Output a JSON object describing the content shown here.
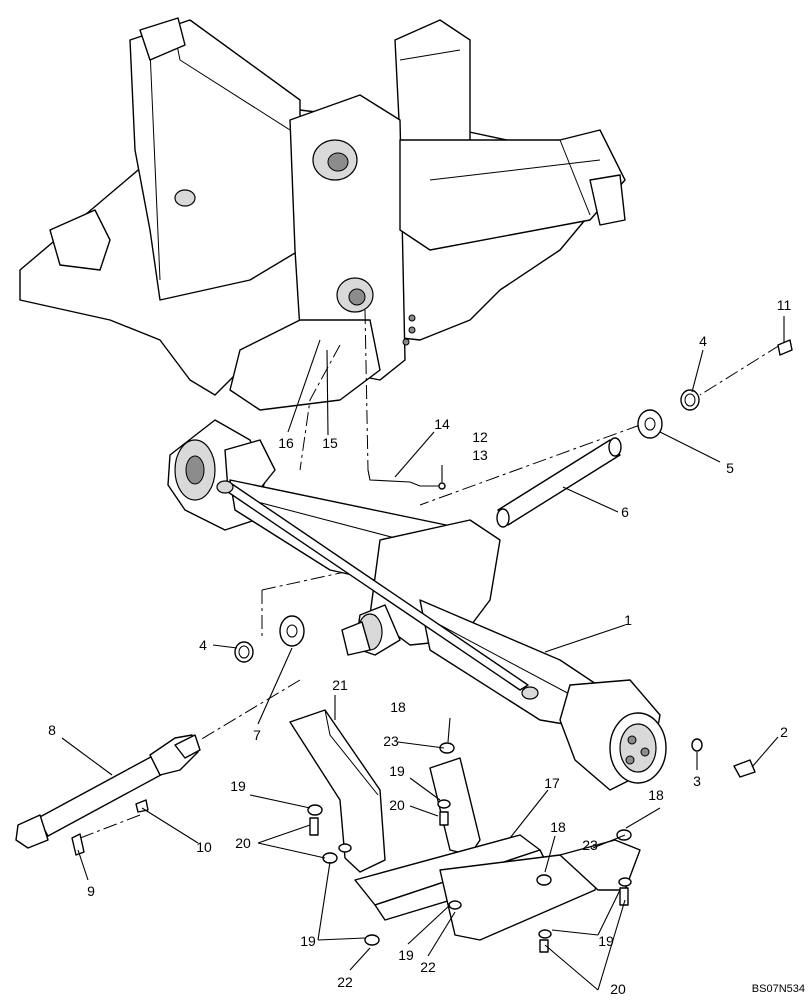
{
  "diagram": {
    "drawing_code": "BS07N534",
    "callouts": [
      {
        "id": "c1",
        "label": "1"
      },
      {
        "id": "c2",
        "label": "2"
      },
      {
        "id": "c3",
        "label": "3"
      },
      {
        "id": "c4a",
        "label": "4"
      },
      {
        "id": "c4b",
        "label": "4"
      },
      {
        "id": "c5",
        "label": "5"
      },
      {
        "id": "c6",
        "label": "6"
      },
      {
        "id": "c7",
        "label": "7"
      },
      {
        "id": "c8",
        "label": "8"
      },
      {
        "id": "c9",
        "label": "9"
      },
      {
        "id": "c10",
        "label": "10"
      },
      {
        "id": "c11",
        "label": "11"
      },
      {
        "id": "c12",
        "label": "12"
      },
      {
        "id": "c13",
        "label": "13"
      },
      {
        "id": "c14",
        "label": "14"
      },
      {
        "id": "c15",
        "label": "15"
      },
      {
        "id": "c16",
        "label": "16"
      },
      {
        "id": "c17",
        "label": "17"
      },
      {
        "id": "c18a",
        "label": "18"
      },
      {
        "id": "c18b",
        "label": "18"
      },
      {
        "id": "c18c",
        "label": "18"
      },
      {
        "id": "c19a",
        "label": "19"
      },
      {
        "id": "c19b",
        "label": "19"
      },
      {
        "id": "c19c",
        "label": "19"
      },
      {
        "id": "c19d",
        "label": "19"
      },
      {
        "id": "c19e",
        "label": "19"
      },
      {
        "id": "c20a",
        "label": "20"
      },
      {
        "id": "c20b",
        "label": "20"
      },
      {
        "id": "c20c",
        "label": "20"
      },
      {
        "id": "c21",
        "label": "21"
      },
      {
        "id": "c22a",
        "label": "22"
      },
      {
        "id": "c22b",
        "label": "22"
      },
      {
        "id": "c23a",
        "label": "23"
      },
      {
        "id": "c23b",
        "label": "23"
      }
    ]
  }
}
